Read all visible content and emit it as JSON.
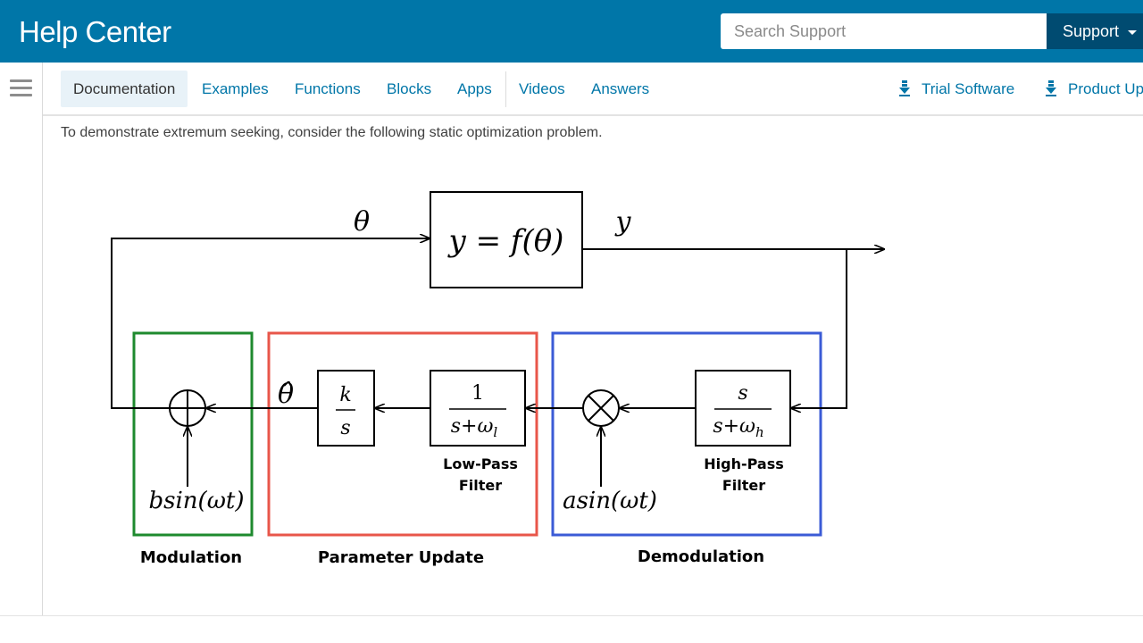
{
  "header": {
    "brand": "Help Center",
    "search_placeholder": "Search Support",
    "support_label": "Support"
  },
  "nav": {
    "items": [
      "Documentation",
      "Examples",
      "Functions",
      "Blocks",
      "Apps",
      "Videos",
      "Answers"
    ],
    "trial": "Trial Software",
    "product": "Product Up"
  },
  "content": {
    "intro": "To demonstrate extremum seeking, consider the following static optimization problem."
  },
  "diagram": {
    "theta": "θ",
    "theta_hat": "θ̂",
    "plant": "y = f(θ)",
    "y": "y",
    "integrator_num": "k",
    "integrator_den": "s",
    "lpf_num": "1",
    "lpf_den": "s+ω",
    "lpf_sub": "l",
    "hpf_num": "s",
    "hpf_den": "s+ω",
    "hpf_sub": "h",
    "modulation_signal": "bsin(ωt)",
    "demodulation_signal": "asin(ωt)",
    "lpf_label_1": "Low-Pass",
    "lpf_label_2": "Filter",
    "hpf_label_1": "High-Pass",
    "hpf_label_2": "Filter",
    "group_modulation": "Modulation",
    "group_parameter_update": "Parameter Update",
    "group_demodulation": "Demodulation"
  },
  "colors": {
    "header_bg": "#0076a8",
    "support_bg": "#004b71",
    "link": "#0076a8",
    "modulation_box": "#1e8a2e",
    "parameter_box": "#e8564a",
    "demodulation_box": "#3b5bd6"
  }
}
